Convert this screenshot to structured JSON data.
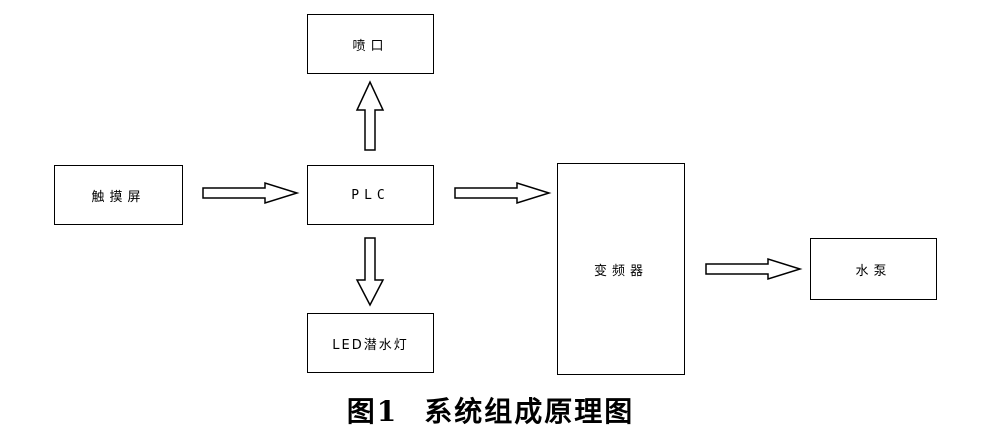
{
  "diagram": {
    "nodes": {
      "nozzle": "喷口",
      "touchscreen": "触摸屏",
      "plc": "PLC",
      "led": "LED潜水灯",
      "vfd": "变频器",
      "pump": "水泵"
    },
    "edges": [
      {
        "from": "touchscreen",
        "to": "plc"
      },
      {
        "from": "plc",
        "to": "nozzle"
      },
      {
        "from": "plc",
        "to": "led"
      },
      {
        "from": "plc",
        "to": "vfd"
      },
      {
        "from": "vfd",
        "to": "pump"
      }
    ]
  },
  "caption": {
    "number": "图1",
    "text": "系统组成原理图"
  }
}
